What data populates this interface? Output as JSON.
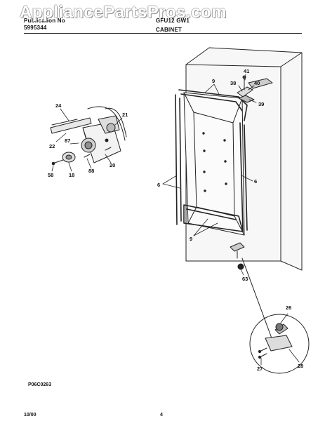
{
  "header": {
    "publication_label": "Publication No",
    "publication_number": "5995344",
    "model_number": "GFU12  GW1",
    "section_title": "CABINET"
  },
  "watermark": "AppliancePartsPros.com",
  "part_numbers": {
    "cabinet": [
      "41",
      "38",
      "40",
      "39",
      "9",
      "6",
      "9",
      "6",
      "63",
      "26",
      "27",
      "28"
    ],
    "control_assembly": [
      "24",
      "21",
      "22",
      "87",
      "20",
      "88",
      "58",
      "18"
    ]
  },
  "footer": {
    "figure_code": "P06C0263",
    "date": "10/00",
    "page_number": "4"
  }
}
